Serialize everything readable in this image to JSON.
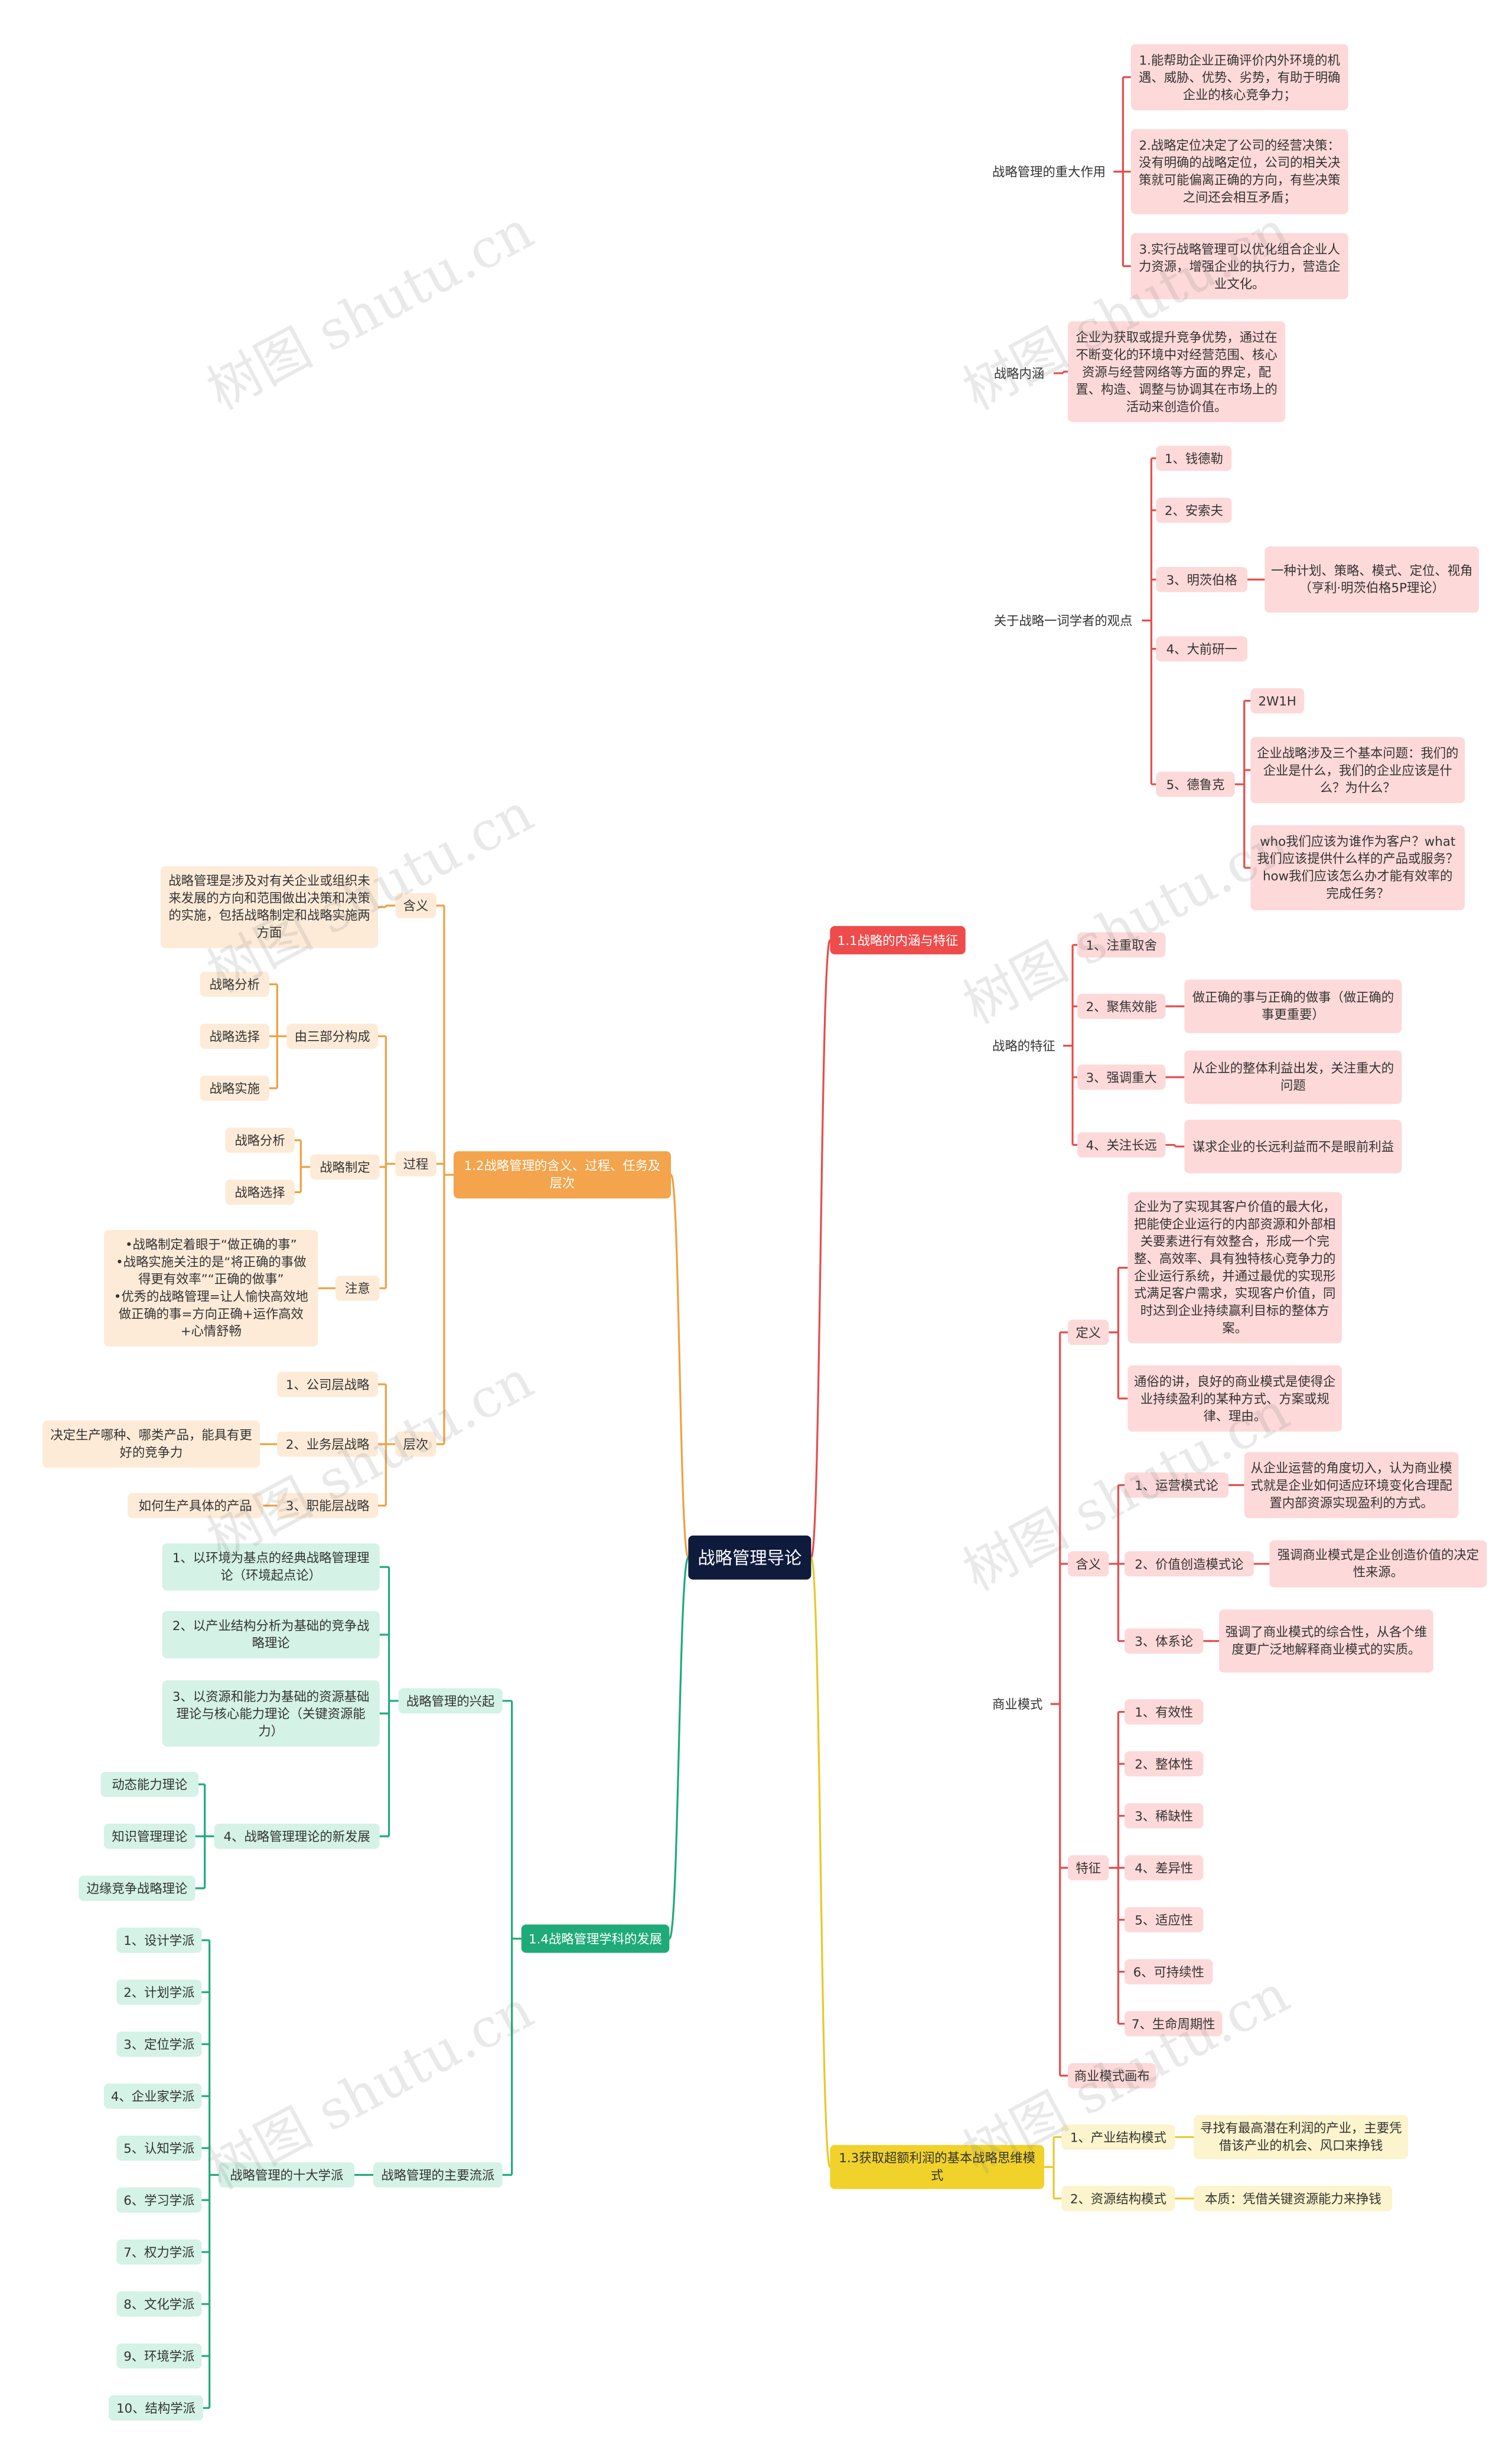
{
  "watermark": "树图 shutu.cn",
  "colors": {
    "red": "#e84b4b",
    "orange": "#f0a040",
    "green": "#1faa7a",
    "yellow": "#e8c82a",
    "root": "#0f1b3c"
  },
  "root": "战略管理导论",
  "s1": {
    "title": "1.1战略的内涵与特征",
    "role": {
      "label": "战略管理的重大作用",
      "items": [
        "1.能帮助企业正确评价内外环境的机遇、威胁、优势、劣势，有助于明确企业的核心竞争力；",
        "2.战略定位决定了公司的经营决策：没有明确的战略定位，公司的相关决策就可能偏离正确的方向，有些决策之间还会相互矛盾；",
        "3.实行战略管理可以优化组合企业人力资源，增强企业的执行力，营造企业文化。"
      ]
    },
    "connotation": {
      "label": "战略内涵",
      "text": "企业为获取或提升竞争优势，通过在不断变化的环境中对经营范围、核心资源与经营网络等方面的界定，配置、构造、调整与协调其在市场上的活动来创造价值。"
    },
    "scholars": {
      "label": "关于战略一词学者的观点",
      "items": [
        {
          "name": "1、钱德勒"
        },
        {
          "name": "2、安索夫"
        },
        {
          "name": "3、明茨伯格",
          "note": "一种计划、策略、模式、定位、视角\n（亨利·明茨伯格5P理论）"
        },
        {
          "name": "4、大前研一"
        },
        {
          "name": "5、德鲁克",
          "notes": [
            "2W1H",
            "企业战略涉及三个基本问题：我们的企业是什么，我们的企业应该是什么？为什么？",
            "who我们应该为谁作为客户？what我们应该提供什么样的产品或服务？how我们应该怎么办才能有效率的完成任务？"
          ]
        }
      ]
    },
    "features": {
      "label": "战略的特征",
      "items": [
        {
          "name": "1、注重取舍"
        },
        {
          "name": "2、聚焦效能",
          "note": "做正确的事与正确的做事（做正确的事更重要）"
        },
        {
          "name": "3、强调重大",
          "note": "从企业的整体利益出发，关注重大的问题"
        },
        {
          "name": "4、关注长远",
          "note": "谋求企业的长远利益而不是眼前利益"
        }
      ]
    },
    "bm": {
      "label": "商业模式",
      "def": {
        "label": "定义",
        "items": [
          "企业为了实现其客户价值的最大化，把能使企业运行的内部资源和外部相关要素进行有效整合，形成一个完整、高效率、具有独特核心竞争力的企业运行系统，并通过最优的实现形式满足客户需求，实现客户价值，同时达到企业持续赢利目标的整体方案。",
          "通俗的讲，良好的商业模式是使得企业持续盈利的某种方式、方案或规律、理由。"
        ]
      },
      "meaning": {
        "label": "含义",
        "items": [
          {
            "name": "1、运营模式论",
            "note": "从企业运营的角度切入，认为商业模式就是企业如何适应环境变化合理配置内部资源实现盈利的方式。"
          },
          {
            "name": "2、价值创造模式论",
            "note": "强调商业模式是企业创造价值的决定性来源。"
          },
          {
            "name": "3、体系论",
            "note": "强调了商业模式的综合性，从各个维度更广泛地解释商业模式的实质。"
          }
        ]
      },
      "feat": {
        "label": "特征",
        "items": [
          "1、有效性",
          "2、整体性",
          "3、稀缺性",
          "4、差异性",
          "5、适应性",
          "6、可持续性",
          "7、生命周期性"
        ]
      },
      "canvas": "商业模式画布"
    }
  },
  "s2": {
    "title": "1.2战略管理的含义、过程、任务及层次",
    "meaning": {
      "label": "含义",
      "text": "战略管理是涉及对有关企业或组织未来发展的方向和范围做出决策和决策的实施，包括战略制定和战略实施两方面"
    },
    "process": {
      "label": "过程",
      "three": {
        "label": "由三部分构成",
        "items": [
          "战略分析",
          "战略选择",
          "战略实施"
        ]
      },
      "making": {
        "label": "战略制定",
        "items": [
          "战略分析",
          "战略选择"
        ]
      },
      "note": {
        "label": "注意",
        "text": "•战略制定着眼于“做正确的事”\n•战略实施关注的是“将正确的事做得更有效率”“正确的做事”\n•优秀的战略管理=让人愉快高效地做正确的事=方向正确+运作高效+心情舒畅"
      }
    },
    "levels": {
      "label": "层次",
      "items": [
        {
          "name": "1、公司层战略"
        },
        {
          "name": "2、业务层战略",
          "note": "决定生产哪种、哪类产品，能具有更好的竞争力"
        },
        {
          "name": "3、职能层战略",
          "note": "如何生产具体的产品"
        }
      ]
    }
  },
  "s3": {
    "title": "1.3获取超额利润的基本战略思维模式",
    "items": [
      {
        "name": "1、产业结构模式",
        "note": "寻找有最高潜在利润的产业，主要凭借该产业的机会、风口来挣钱"
      },
      {
        "name": "2、资源结构模式",
        "note": "本质：凭借关键资源能力来挣钱"
      }
    ]
  },
  "s4": {
    "title": "1.4战略管理学科的发展",
    "rise": {
      "label": "战略管理的兴起",
      "items": [
        "1、以环境为基点的经典战略管理理论（环境起点论）",
        "2、以产业结构分析为基础的竞争战略理论",
        "3、以资源和能力为基础的资源基础理论与核心能力理论（关键资源能力）"
      ],
      "new": {
        "label": "4、战略管理理论的新发展",
        "items": [
          "动态能力理论",
          "知识管理理论",
          "边缘竞争战略理论"
        ]
      }
    },
    "schools": {
      "label": "战略管理的主要流派",
      "ten": "战略管理的十大学派",
      "items": [
        "1、设计学派",
        "2、计划学派",
        "3、定位学派",
        "4、企业家学派",
        "5、认知学派",
        "6、学习学派",
        "7、权力学派",
        "8、文化学派",
        "9、环境学派",
        "10、结构学派"
      ]
    }
  }
}
